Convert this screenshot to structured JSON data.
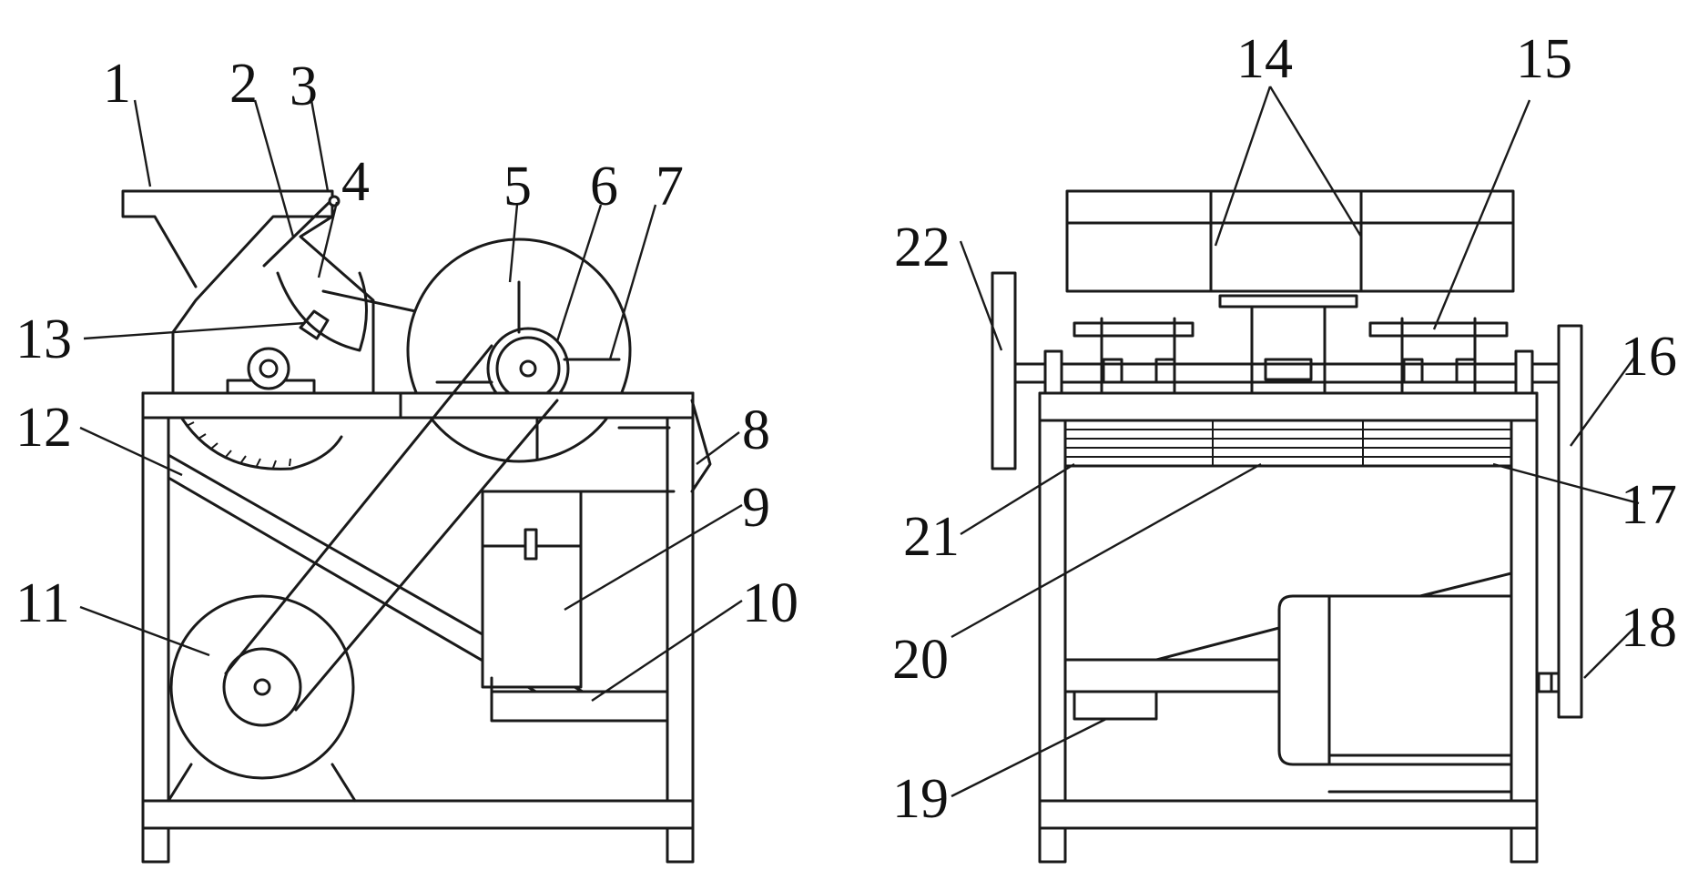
{
  "labels": {
    "l1": "1",
    "l2": "2",
    "l3": "3",
    "l4": "4",
    "l5": "5",
    "l6": "6",
    "l7": "7",
    "l8": "8",
    "l9": "9",
    "l10": "10",
    "l11": "11",
    "l12": "12",
    "l13": "13",
    "l14": "14",
    "l15": "15",
    "l16": "16",
    "l17": "17",
    "l18": "18",
    "l19": "19",
    "l20": "20",
    "l21": "21",
    "l22": "22"
  },
  "colors": {
    "line": "#1a1a1a",
    "background": "#ffffff"
  }
}
